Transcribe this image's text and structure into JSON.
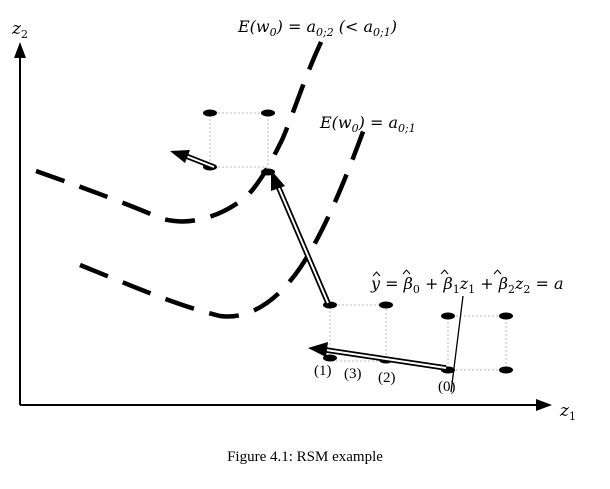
{
  "figure": {
    "axes": {
      "x_label": "z",
      "x_sub": "1",
      "y_label": "z",
      "y_sub": "2"
    },
    "contours": [
      {
        "label_lhs": "E(w",
        "label_lhs_sub": "0",
        "label_rhs": ") = a",
        "label_rhs_sub": "0;2",
        "label_note": " (< a",
        "label_note_sub": "0;1",
        "label_note_end": ")"
      },
      {
        "label_lhs": "E(w",
        "label_lhs_sub": "0",
        "label_rhs": ") = a",
        "label_rhs_sub": "0;1",
        "label_note": "",
        "label_note_sub": "",
        "label_note_end": ""
      }
    ],
    "response_surface": {
      "y": "y",
      "eq": " = ",
      "b0": "β",
      "b0_sub": "0",
      "plus1": " + ",
      "b1": "β",
      "b1_sub": "1",
      "z1": "z",
      "z1_sub": "1",
      "plus2": " + ",
      "b2": "β",
      "b2_sub": "2",
      "z2": "z",
      "z2_sub": "2",
      "rhs": " = a"
    },
    "points": [
      {
        "label": "(0)"
      },
      {
        "label": "(1)"
      },
      {
        "label": "(2)"
      },
      {
        "label": "(3)"
      }
    ]
  },
  "caption": "Figure 4.1: RSM example"
}
